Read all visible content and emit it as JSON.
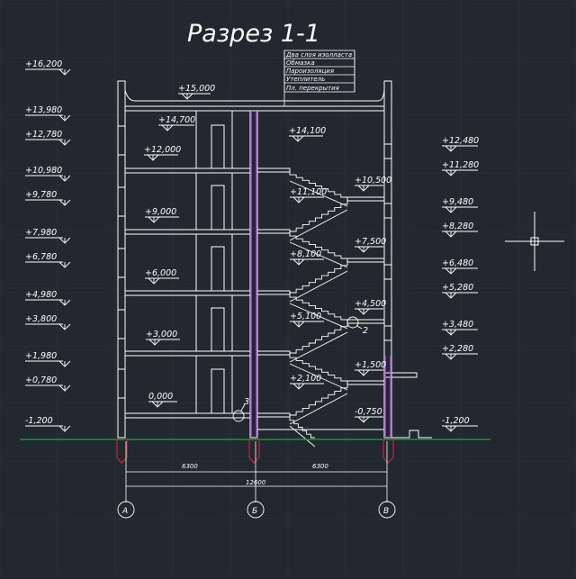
{
  "title": "Разрез 1-1",
  "layers": [
    "Два слоя изолласта",
    "Обмазка",
    "Пароизоляция",
    "Утеплитель",
    "Пл. перекрытия"
  ],
  "marks_left": [
    "+16,200",
    "+13,980",
    "+12,780",
    "+10,980",
    "+9,780",
    "+7,980",
    "+6,780",
    "+4,980",
    "+3,800",
    "+1,980",
    "+0,780",
    "-1,200"
  ],
  "marks_right": [
    "+12,480",
    "+11,280",
    "+9,480",
    "+8,280",
    "+6,480",
    "+5,280",
    "+3,480",
    "+2,280",
    "-1,200"
  ],
  "floor_marks": [
    "+15,000",
    "+14,700",
    "+12,000",
    "+9,000",
    "+6,000",
    "+3,000",
    "0,000"
  ],
  "stair_marks": [
    "+14,100",
    "+11,100",
    "+8,100",
    "+5,100",
    "+2,100",
    "+10,500",
    "+7,500",
    "+4,500",
    "+1,500",
    "-0,750"
  ],
  "callouts": [
    "2",
    "3"
  ],
  "dimensions": {
    "span_left": "6300",
    "span_right": "6300",
    "total": "12600"
  },
  "axes": [
    "А",
    "Б",
    "В"
  ],
  "colors": {
    "background": "#212830",
    "lines": "#ffffff",
    "accent": "#a64bd6",
    "foundation": "#c0203a",
    "ground": "#2e8b3a",
    "grid": "#2c343e"
  }
}
